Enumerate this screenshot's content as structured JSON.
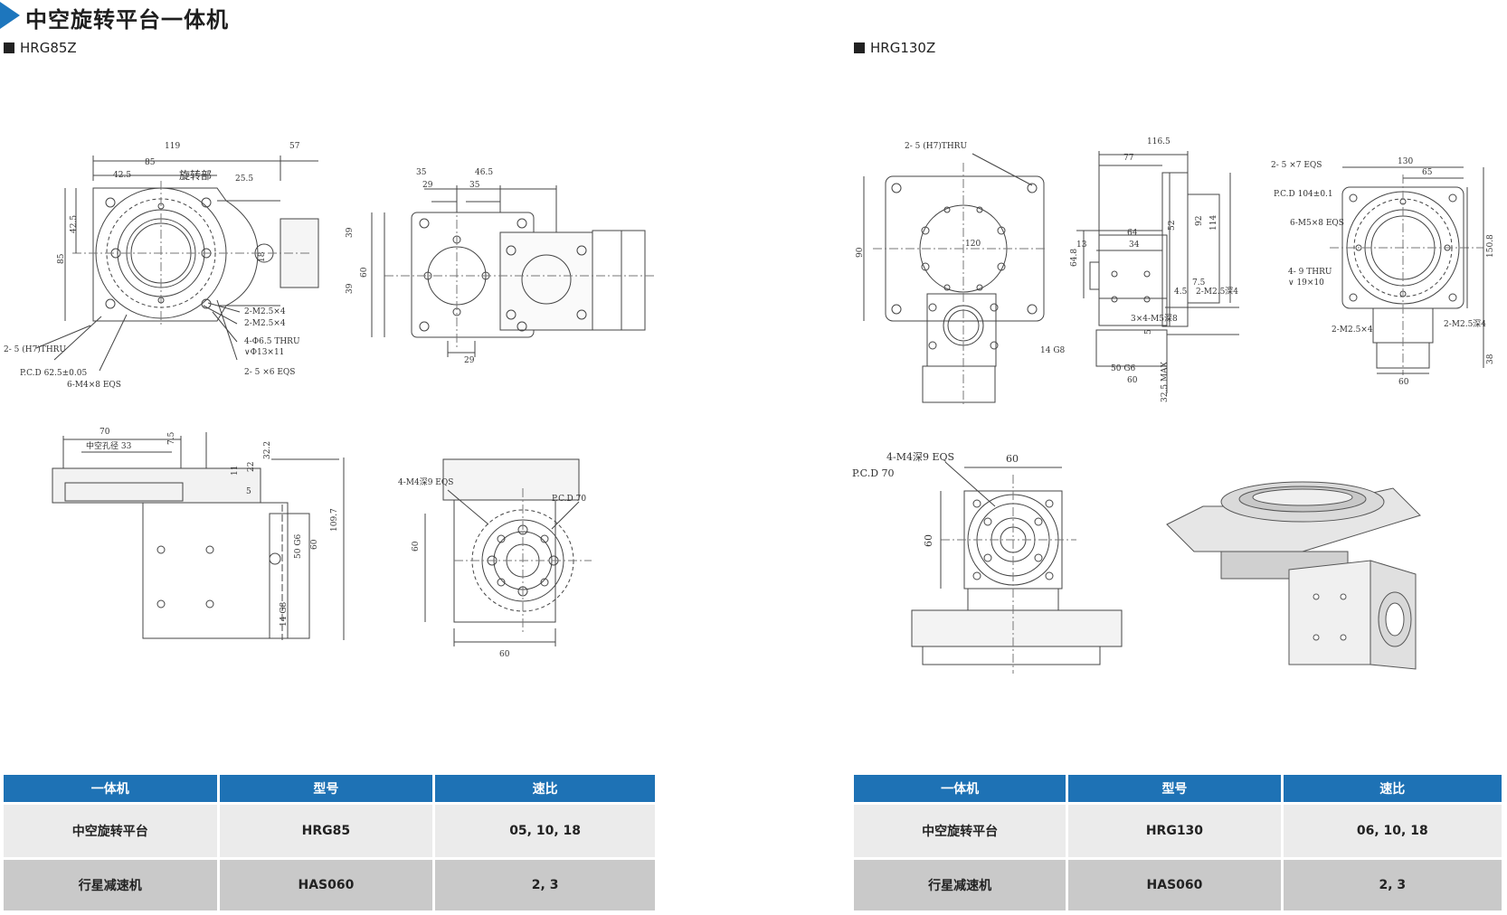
{
  "page": {
    "title": "中空旋转平台一体机"
  },
  "left": {
    "model": "HRG85Z",
    "dims": {
      "d119": "119",
      "d57": "57",
      "d85a": "85",
      "d42_5a": "42.5",
      "rot": "旋转部",
      "d25_5": "25.5",
      "d42_5b": "42.5",
      "d85b": "85",
      "d18": "18",
      "m25x4a": "2-M2.5×4",
      "m25x4b": "2-M2.5×4",
      "thru65": "4-Φ6.5 THRU",
      "cb": "∨Φ13×11",
      "h7": "2-  5 (H7)THRU",
      "pcd": "P.C.D   62.5±0.05",
      "m4": "6-M4×8 EQS",
      "eqs": "2-  5 ×6 EQS",
      "d35": "35",
      "d46_5": "46.5",
      "d29a": "29",
      "d35b": "35",
      "d39a": "39",
      "d39b": "39",
      "d60": "60",
      "d29b": "29",
      "d70": "70",
      "hollow": "中空孔径  33",
      "d7_5": "7.5",
      "d32_2": "32.2",
      "d22": "22",
      "d11": "11",
      "d5": "5",
      "d109_7": "109.7",
      "d60v": "60",
      "g6": "50  G6",
      "g8": "14  G8",
      "m4_9": "4-M4深9 EQS",
      "pcd70": "P.C.D   70",
      "d60b": "60",
      "d60c": "60"
    }
  },
  "right": {
    "model": "HRG130Z",
    "dims": {
      "h7": "2-  5 (H7)THRU",
      "d90": "90",
      "d120": "120",
      "d116_5": "116.5",
      "d77": "77",
      "d64": "64",
      "d34": "34",
      "d13": "13",
      "d64_8": "64.8",
      "d52": "52",
      "d92": "92",
      "d114": "114",
      "d7_5": "7.5",
      "d4_5": "4.5",
      "m25": "2-M2.5深4",
      "m5": "3×4-M5深8",
      "d5": "5",
      "d32_5": "32.5 MAX",
      "g8": "14  G8",
      "g6": "50  G6",
      "d60": "60",
      "d130": "130",
      "d65": "65",
      "eqs": "2-  5 ×7 EQS",
      "pcd": "P.C.D   104±0.1",
      "m5_8": "6-M5×8 EQS",
      "thru9": "4-  9 THRU",
      "cb": "∨ 19×10",
      "m25x4": "2-M2.5×4",
      "m25d4": "2-M2.5深4",
      "d150_8": "150.8",
      "d38": "38",
      "d60b": "60",
      "m4_9": "4-M4深9 EQS",
      "pcd70": "P.C.D   70",
      "d60c": "60",
      "d60d": "60"
    }
  },
  "table_left": {
    "headers": [
      "一体机",
      "型号",
      "速比"
    ],
    "rows": [
      [
        "中空旋转平台",
        "HRG85",
        "05, 10, 18"
      ],
      [
        "行星减速机",
        "HAS060",
        "2, 3"
      ]
    ]
  },
  "table_right": {
    "headers": [
      "一体机",
      "型号",
      "速比"
    ],
    "rows": [
      [
        "中空旋转平台",
        "HRG130",
        "06, 10, 18"
      ],
      [
        "行星减速机",
        "HAS060",
        "2, 3"
      ]
    ]
  }
}
